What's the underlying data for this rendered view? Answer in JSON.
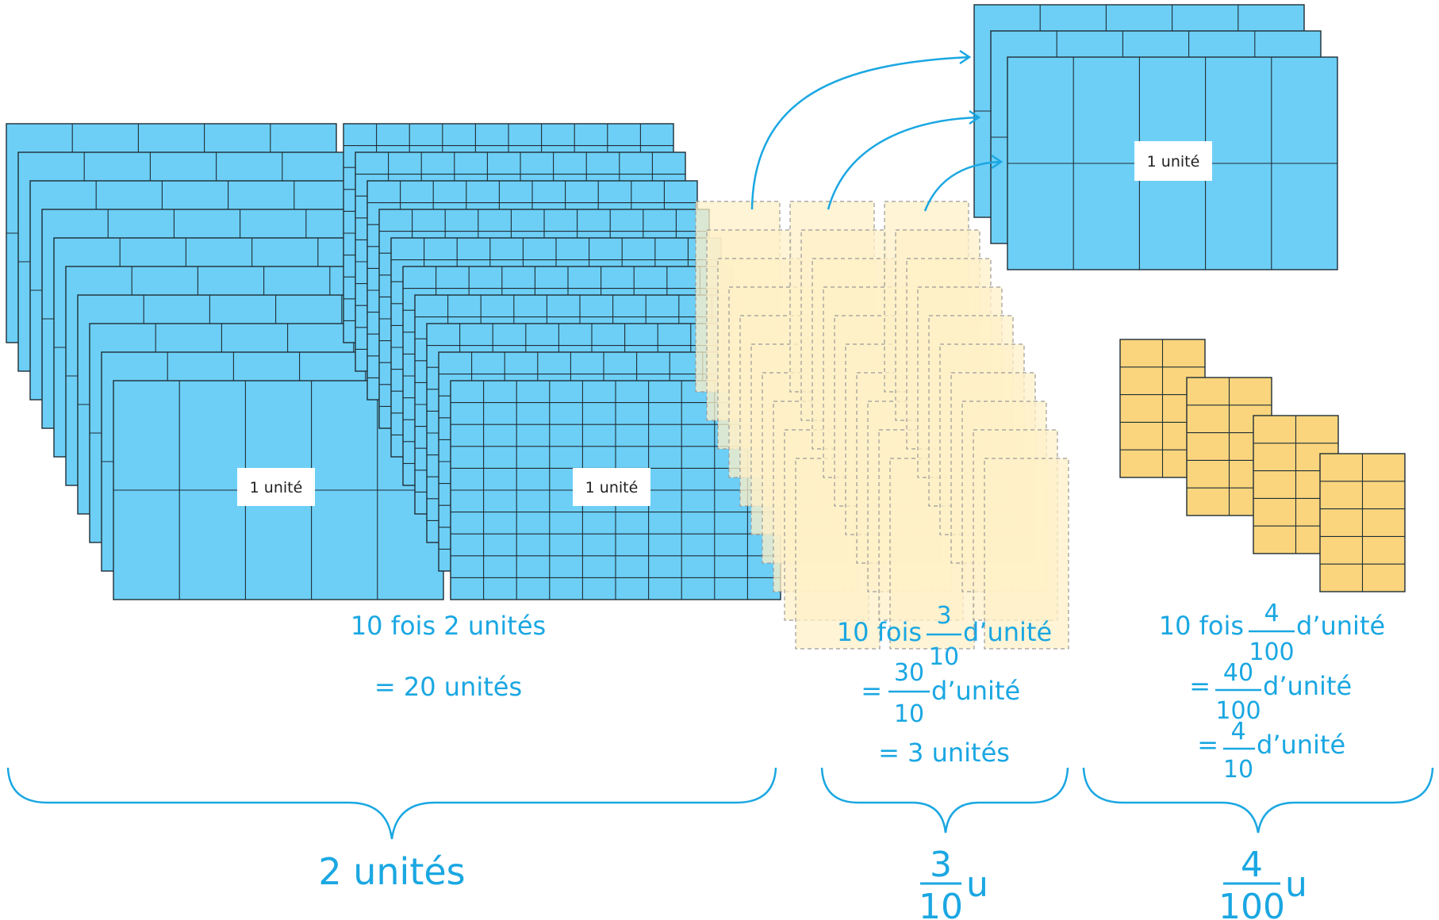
{
  "colors": {
    "accent": "#1aa7e2",
    "unit_block": "#6dcff6",
    "tenth_block": "#fff0c7",
    "hundredth_block": "#fbd57d",
    "block_stroke": "#1f2e36"
  },
  "labels": {
    "unit_label": "1 unité",
    "unit_label_2": "1 unité",
    "unit_label_3": "1 unité"
  },
  "groups": {
    "units": {
      "line1": "10 fois 2 unités",
      "line2": "= 20 unités",
      "total": "2 unités"
    },
    "tenths": {
      "line1_prefix": "10 fois",
      "line1_num": "3",
      "line1_den": "10",
      "line1_suffix": "d’unité",
      "line2_prefix": "=",
      "line2_num": "30",
      "line2_den": "10",
      "line2_suffix": "d’unité",
      "line3": "= 3 unités",
      "total_num": "3",
      "total_den": "10",
      "total_unit": "u"
    },
    "hundredths": {
      "line1_prefix": "10 fois",
      "line1_num": "4",
      "line1_den": "100",
      "line1_suffix": "d’unité",
      "line2_prefix": "=",
      "line2_num": "40",
      "line2_den": "100",
      "line2_suffix": "d’unité",
      "line3_prefix": "=",
      "line3_num": "4",
      "line3_den": "10",
      "line3_suffix": "d’unité",
      "total_num": "4",
      "total_den": "100",
      "total_unit": "u"
    }
  }
}
